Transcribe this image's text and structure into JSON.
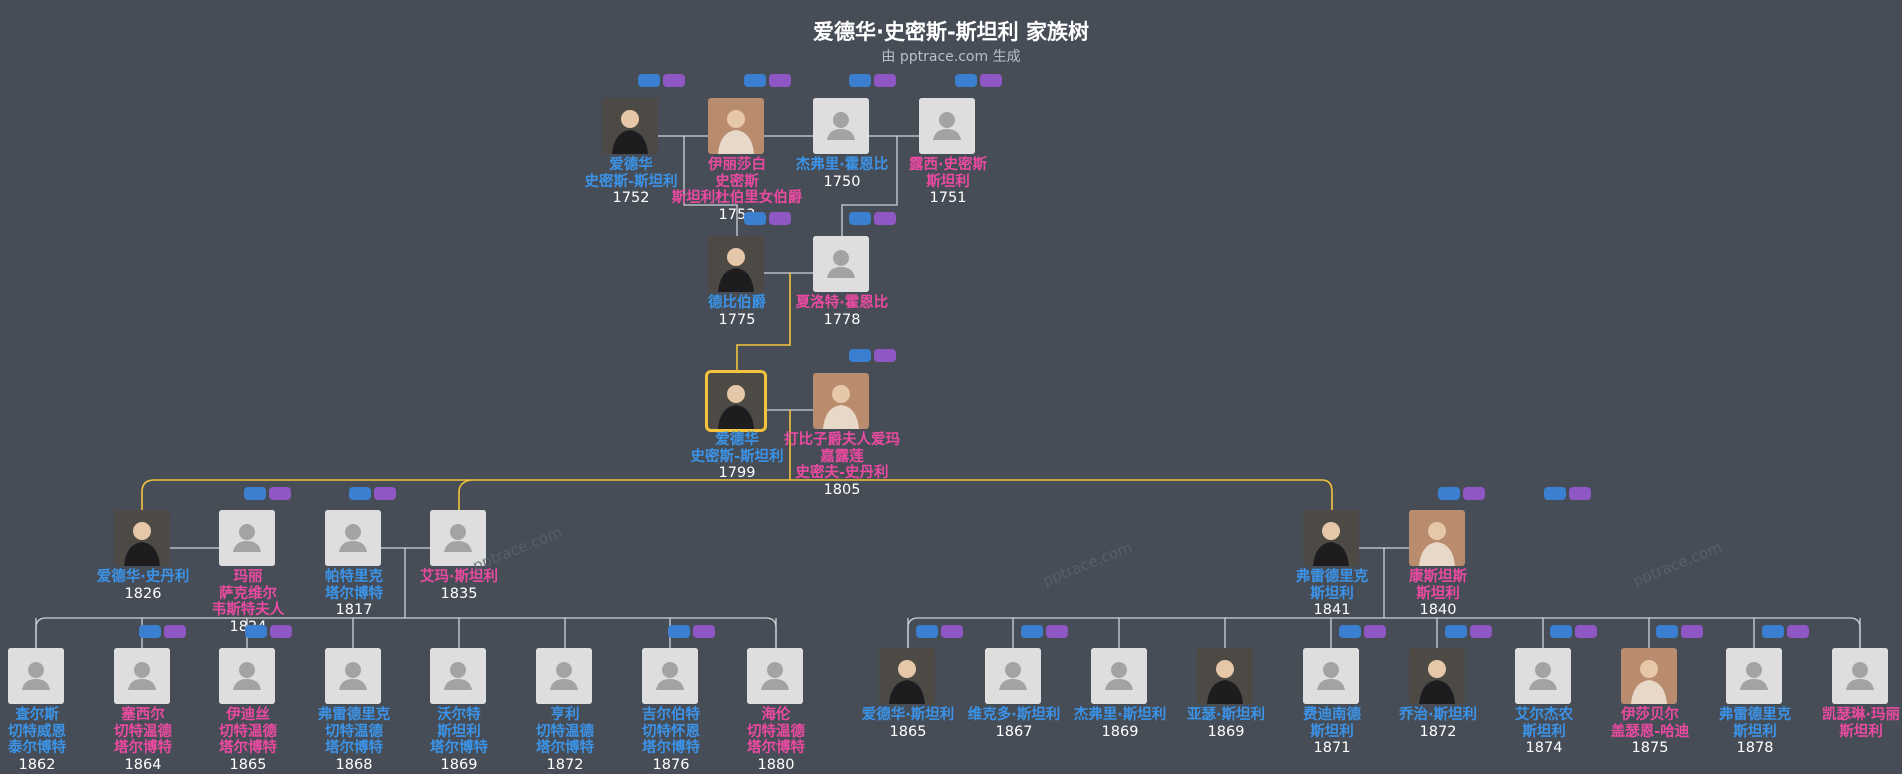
{
  "title": "爱德华·史密斯-斯坦利 家族树",
  "subtitle": "由 pptrace.com 生成",
  "watermark": "pptrace.com",
  "colors": {
    "background": "#474d57",
    "male": "#3b93e8",
    "female": "#ea4aa0",
    "main_line": "#f3c33b",
    "line": "#cfd3d8",
    "pill_blue": "#3b7fd1",
    "pill_purple": "#8f57c4"
  },
  "people": [
    {
      "id": "p1",
      "name": "爱德华\n史密斯-斯坦利",
      "year": "1752",
      "gender": "male",
      "photo": "portrait"
    },
    {
      "id": "p2",
      "name": "伊丽莎白\n史密斯\n斯坦利杜伯里女伯爵",
      "year": "1753",
      "gender": "female",
      "photo": "portrait"
    },
    {
      "id": "p3",
      "name": "杰弗里·霍恩比",
      "year": "1750",
      "gender": "male",
      "photo": "placeholder"
    },
    {
      "id": "p4",
      "name": "露西·史密斯\n斯坦利",
      "year": "1751",
      "gender": "female",
      "photo": "placeholder"
    },
    {
      "id": "p5",
      "name": "德比伯爵",
      "year": "1775",
      "gender": "male",
      "photo": "portrait"
    },
    {
      "id": "p6",
      "name": "夏洛特·霍恩比",
      "year": "1778",
      "gender": "female",
      "photo": "placeholder"
    },
    {
      "id": "p7",
      "name": "爱德华\n史密斯-斯坦利",
      "year": "1799",
      "gender": "male",
      "photo": "portrait",
      "selected": true
    },
    {
      "id": "p8",
      "name": "打比子爵夫人爱玛\n嘉露莲\n史密夫-史丹利",
      "year": "1805",
      "gender": "female",
      "photo": "portrait"
    },
    {
      "id": "p9",
      "name": "爱德华·史丹利",
      "year": "1826",
      "gender": "male",
      "photo": "portrait"
    },
    {
      "id": "p10",
      "name": "玛丽\n萨克维尔\n韦斯特夫人",
      "year": "1824",
      "gender": "female",
      "photo": "placeholder"
    },
    {
      "id": "p11",
      "name": "帕特里克\n塔尔博特",
      "year": "1817",
      "gender": "male",
      "photo": "placeholder"
    },
    {
      "id": "p12",
      "name": "艾玛·斯坦利",
      "year": "1835",
      "gender": "female",
      "photo": "placeholder"
    },
    {
      "id": "p13",
      "name": "弗雷德里克\n斯坦利",
      "year": "1841",
      "gender": "male",
      "photo": "portrait"
    },
    {
      "id": "p14",
      "name": "康斯坦斯\n斯坦利",
      "year": "1840",
      "gender": "female",
      "photo": "portrait"
    },
    {
      "id": "c1",
      "name": "查尔斯\n切特威恩\n泰尔博特",
      "year": "1862",
      "gender": "male",
      "photo": "placeholder"
    },
    {
      "id": "c2",
      "name": "塞西尔\n切特温德\n塔尔博特",
      "year": "1864",
      "gender": "female",
      "photo": "placeholder"
    },
    {
      "id": "c3",
      "name": "伊迪丝\n切特温德\n塔尔博特",
      "year": "1865",
      "gender": "female",
      "photo": "placeholder"
    },
    {
      "id": "c4",
      "name": "弗雷德里克\n切特温德\n塔尔博特",
      "year": "1868",
      "gender": "male",
      "photo": "placeholder"
    },
    {
      "id": "c5",
      "name": "沃尔特\n斯坦利\n塔尔博特",
      "year": "1869",
      "gender": "male",
      "photo": "placeholder"
    },
    {
      "id": "c6",
      "name": "亨利\n切特温德\n塔尔博特",
      "year": "1872",
      "gender": "male",
      "photo": "placeholder"
    },
    {
      "id": "c7",
      "name": "吉尔伯特\n切特怀恩\n塔尔博特",
      "year": "1876",
      "gender": "male",
      "photo": "placeholder"
    },
    {
      "id": "c8",
      "name": "海伦\n切特温德\n塔尔博特",
      "year": "1880",
      "gender": "female",
      "photo": "placeholder"
    },
    {
      "id": "d1",
      "name": "爱德华·斯坦利",
      "year": "1865",
      "gender": "male",
      "photo": "portrait"
    },
    {
      "id": "d2",
      "name": "维克多·斯坦利",
      "year": "1867",
      "gender": "male",
      "photo": "placeholder"
    },
    {
      "id": "d3",
      "name": "杰弗里·斯坦利",
      "year": "1869",
      "gender": "male",
      "photo": "placeholder"
    },
    {
      "id": "d4",
      "name": "亚瑟·斯坦利",
      "year": "1869",
      "gender": "male",
      "photo": "portrait"
    },
    {
      "id": "d5",
      "name": "费迪南德\n斯坦利",
      "year": "1871",
      "gender": "male",
      "photo": "placeholder"
    },
    {
      "id": "d6",
      "name": "乔治·斯坦利",
      "year": "1872",
      "gender": "male",
      "photo": "portrait"
    },
    {
      "id": "d7",
      "name": "艾尔杰农\n斯坦利",
      "year": "1874",
      "gender": "male",
      "photo": "placeholder"
    },
    {
      "id": "d8",
      "name": "伊莎贝尔\n盖瑟恩-哈迪",
      "year": "1875",
      "gender": "female",
      "photo": "portrait"
    },
    {
      "id": "d9",
      "name": "弗雷德里克\n斯坦利",
      "year": "1878",
      "gender": "male",
      "photo": "placeholder"
    },
    {
      "id": "d10",
      "name": "凯瑟琳·玛丽\n斯坦利",
      "year": "",
      "gender": "female",
      "photo": "placeholder"
    }
  ]
}
